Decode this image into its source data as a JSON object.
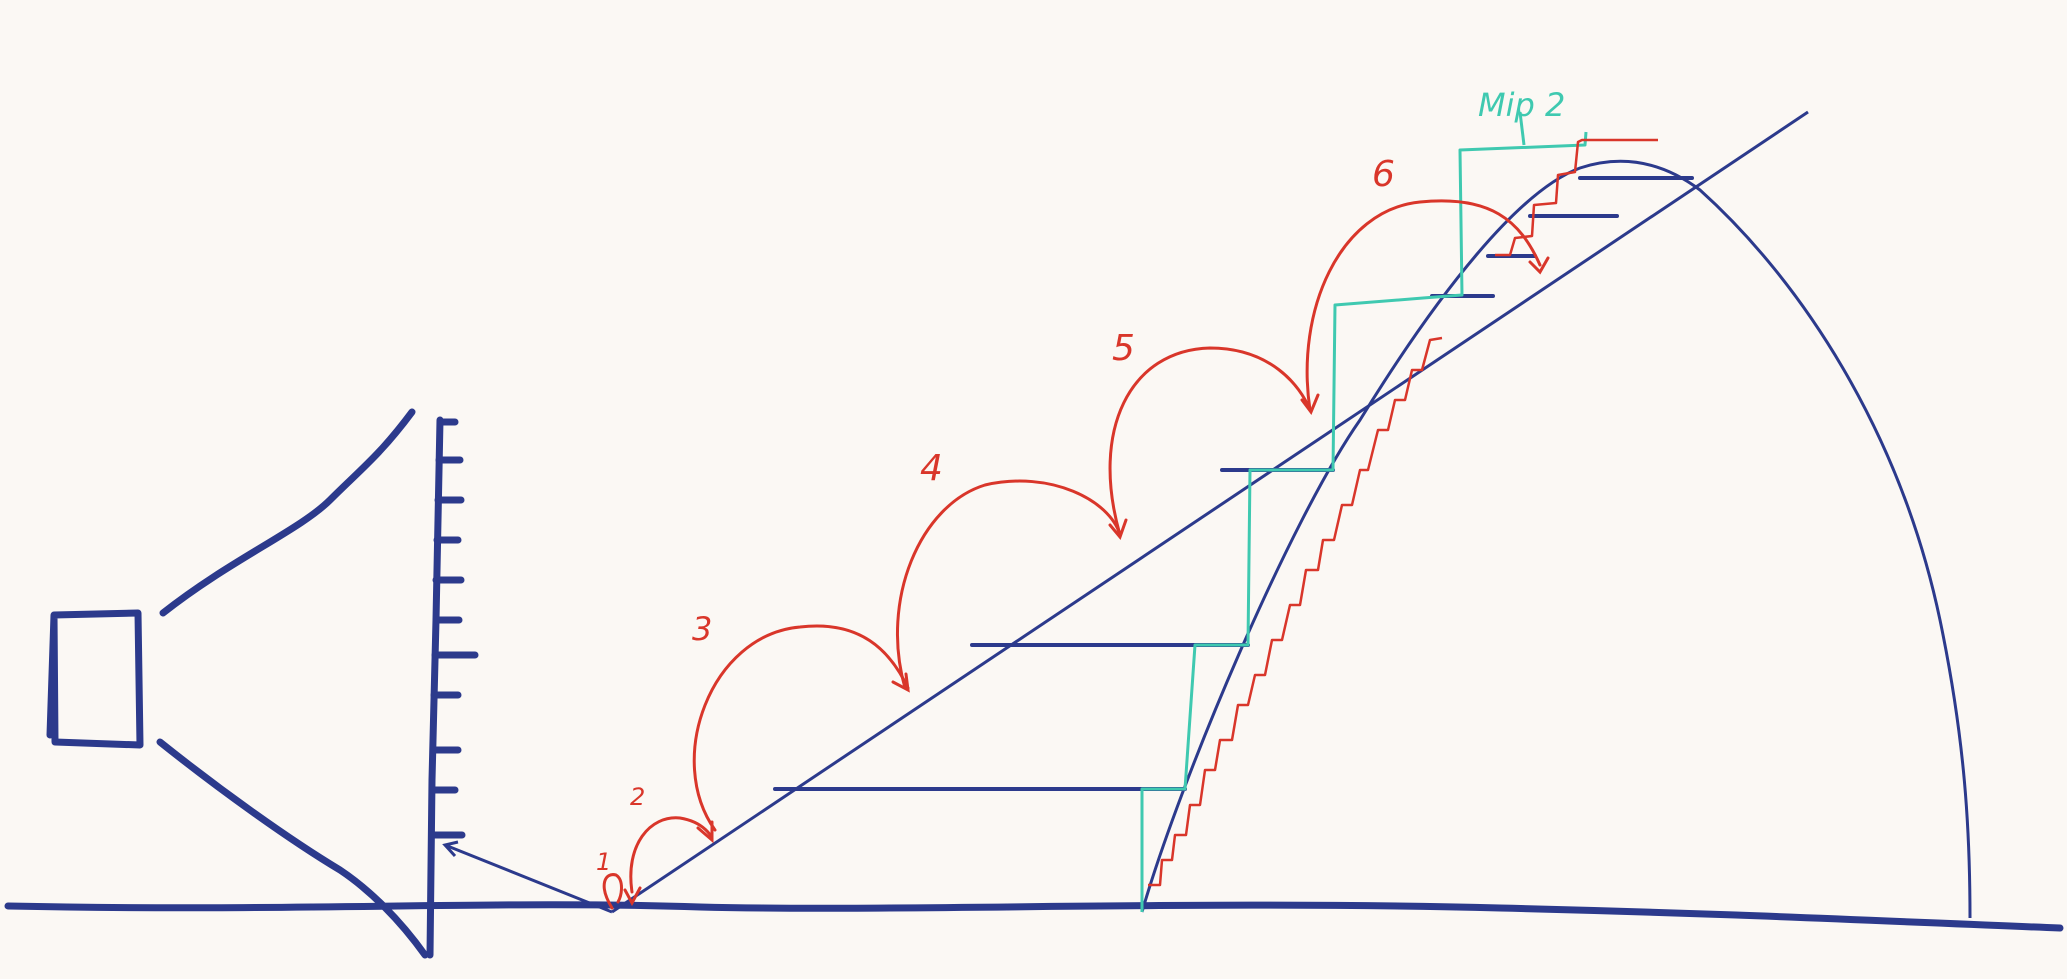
{
  "colors": {
    "background": "#fbf8f4",
    "ink_blue": "#2c3a8c",
    "ink_red": "#d9362a",
    "ink_teal": "#3fc9b0"
  },
  "labels": {
    "mip": "Mip 2",
    "step_1": "1",
    "step_2": "2",
    "step_3": "3",
    "step_4": "4",
    "step_5": "5",
    "step_6": "6"
  }
}
